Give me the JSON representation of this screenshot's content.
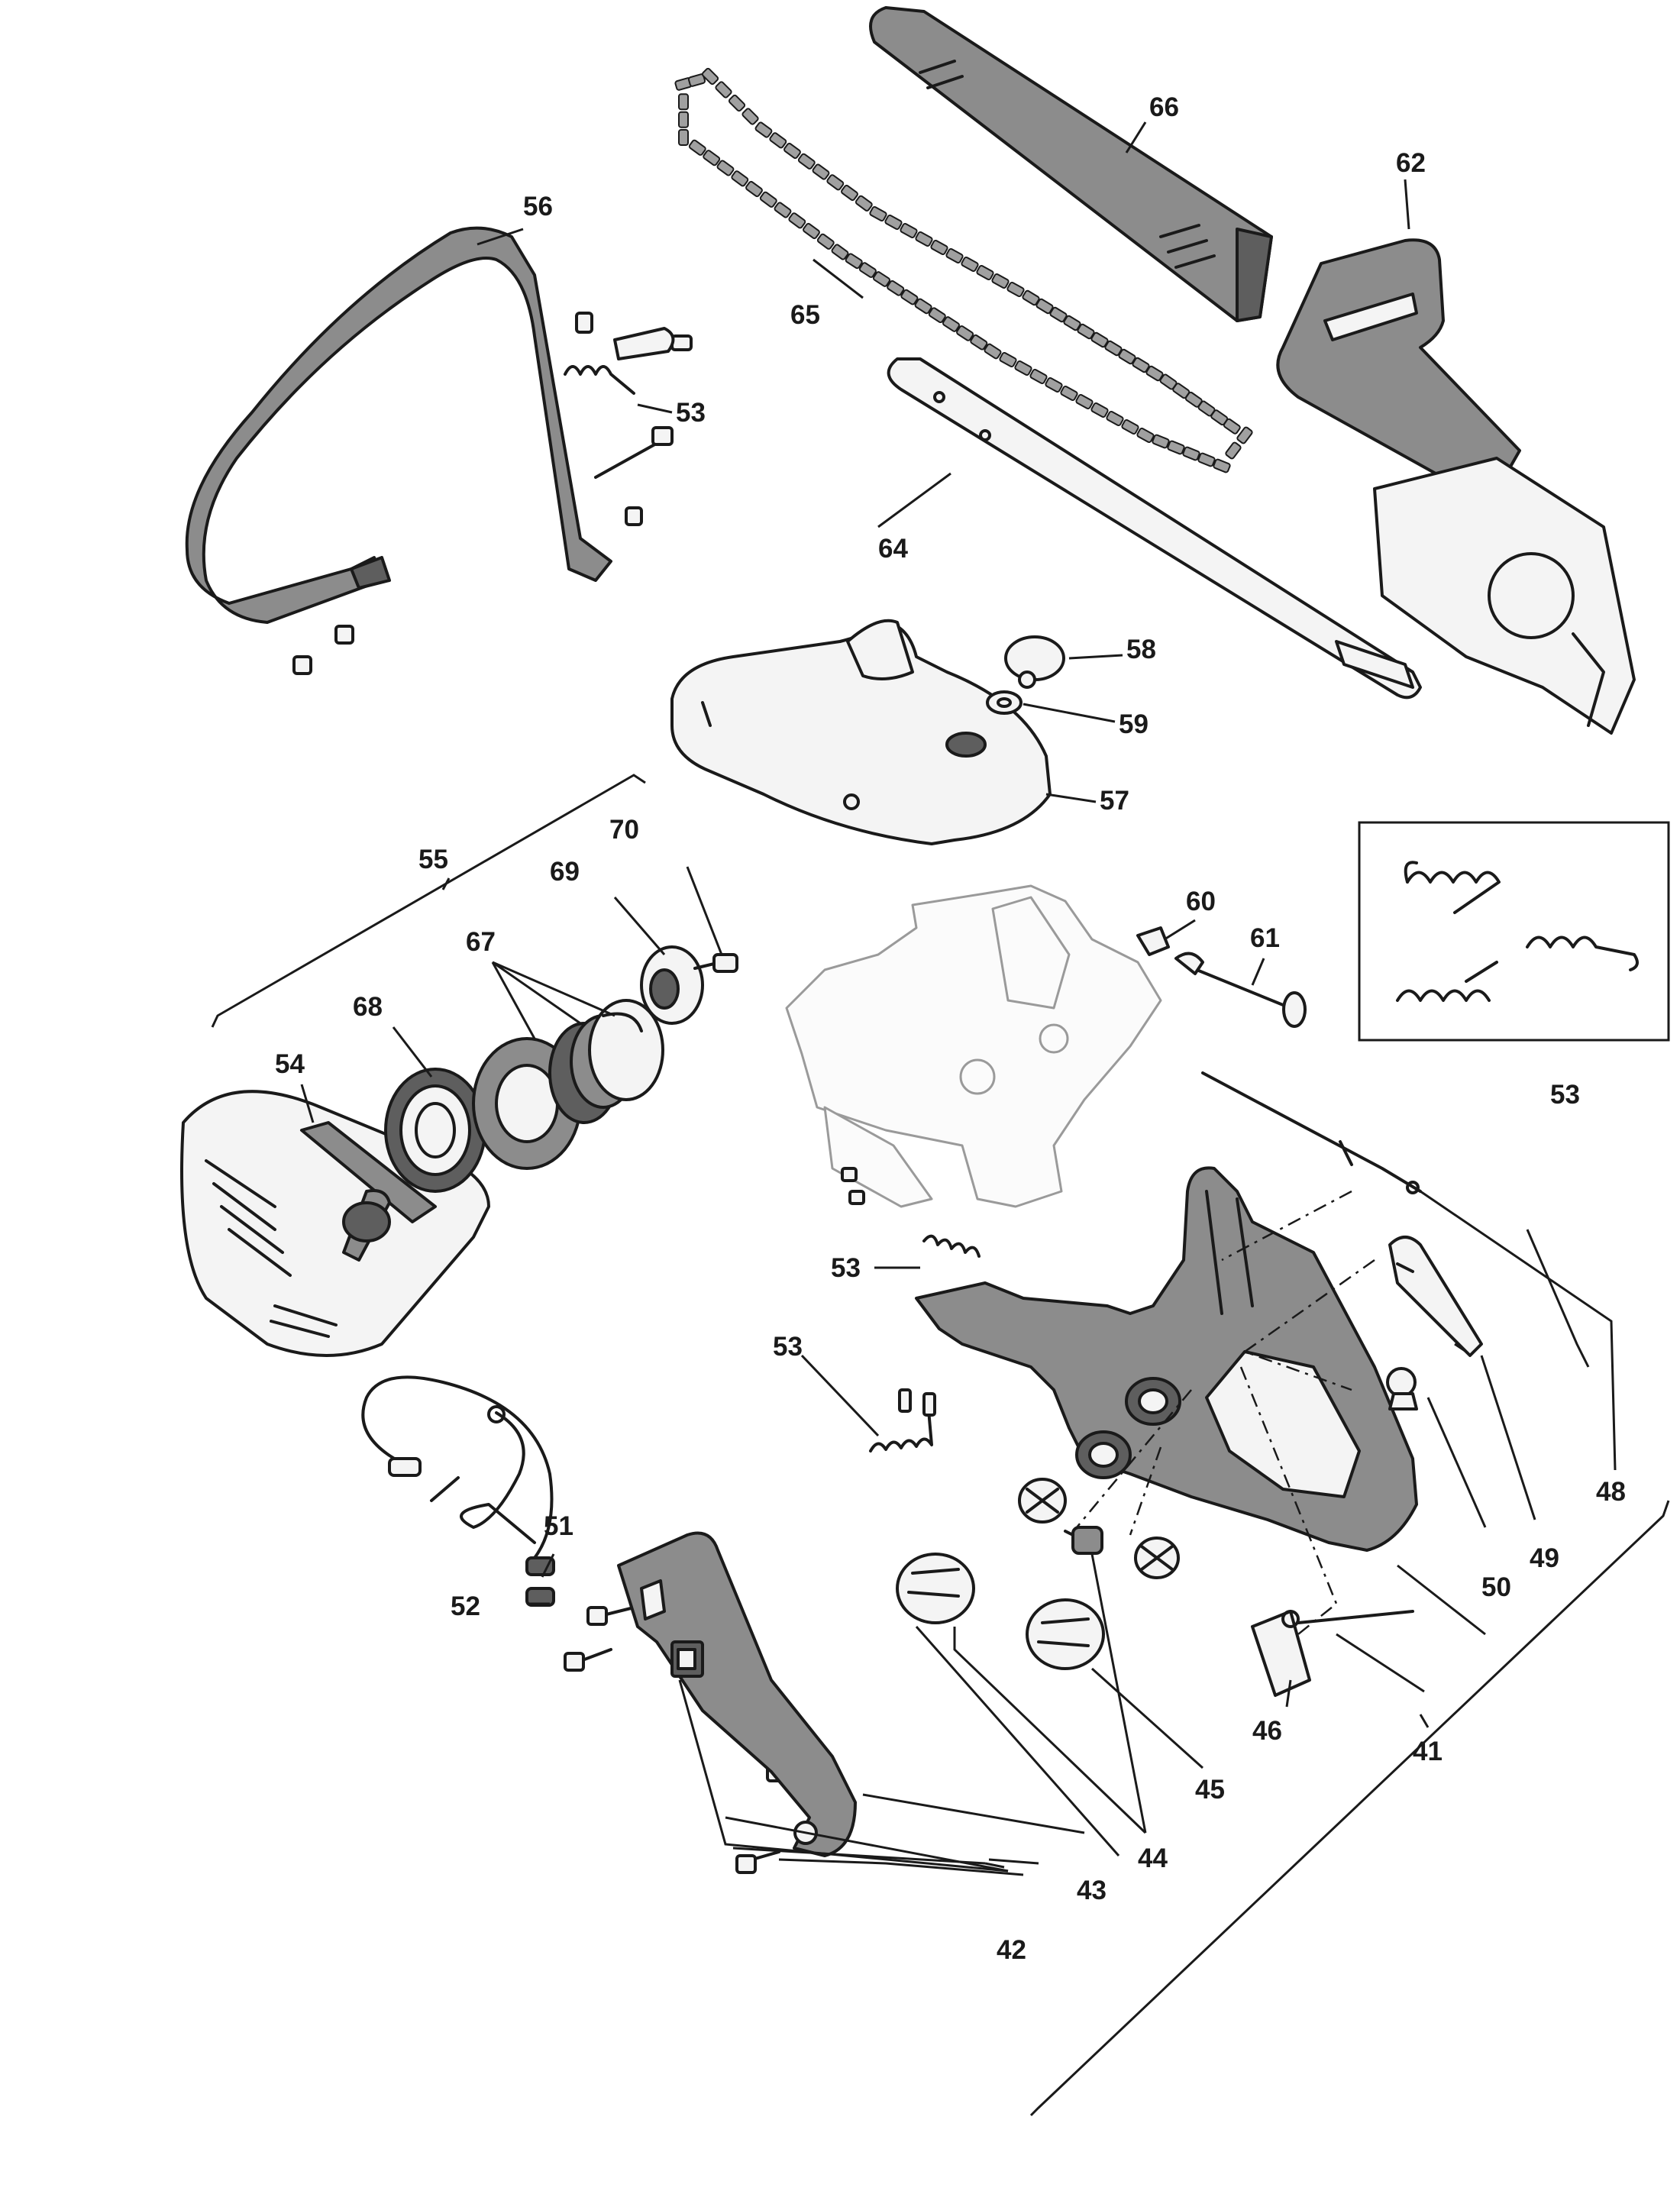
{
  "diagram": {
    "callouts": {
      "c41": "41",
      "c42": "42",
      "c43": "43",
      "c44": "44",
      "c45": "45",
      "c46": "46",
      "c48": "48",
      "c49": "49",
      "c50": "50",
      "c51": "51",
      "c52": "52",
      "c53a": "53",
      "c53b": "53",
      "c53c": "53",
      "c53d": "53",
      "c54": "54",
      "c55": "55",
      "c56": "56",
      "c57": "57",
      "c58": "58",
      "c59": "59",
      "c60": "60",
      "c61": "61",
      "c62": "62",
      "c64": "64",
      "c65": "65",
      "c66": "66",
      "c67": "67",
      "c68": "68",
      "c69": "69",
      "c70": "70"
    }
  }
}
